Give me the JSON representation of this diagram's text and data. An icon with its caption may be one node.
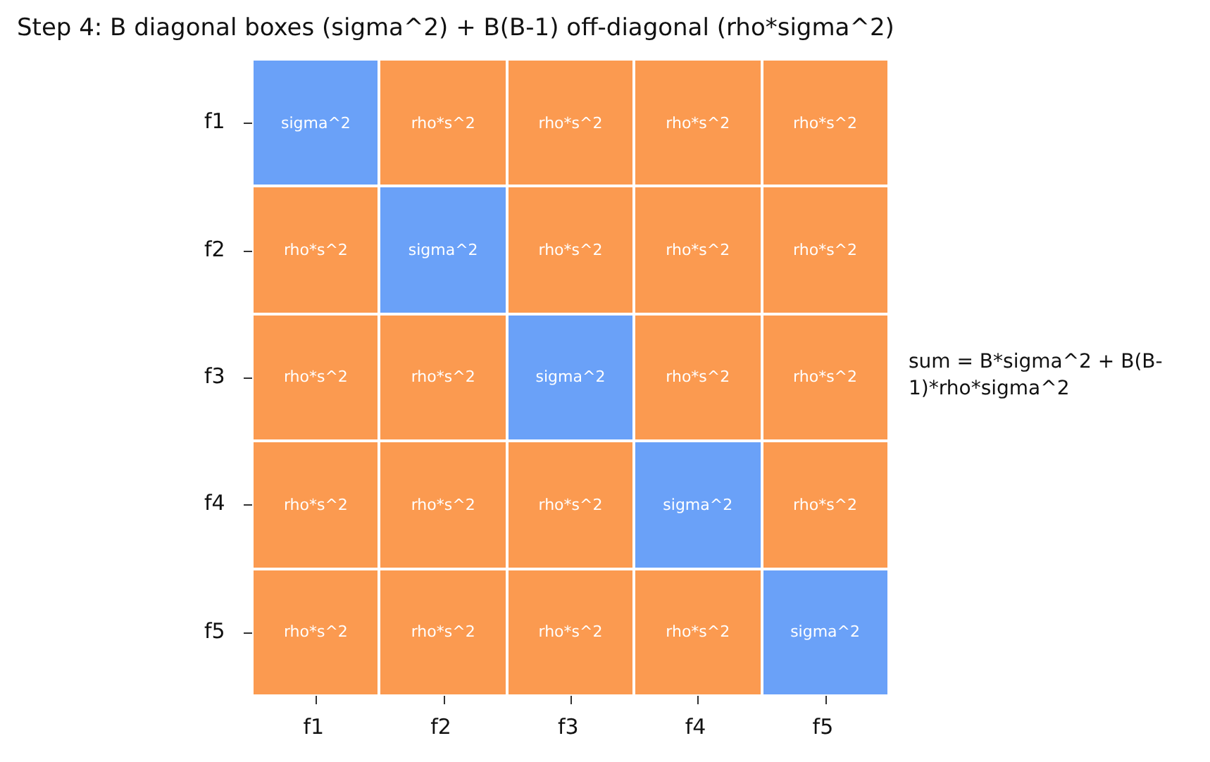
{
  "diagram": {
    "title": "Step 4: B diagonal boxes (sigma^2) + B(B-1) off-diagonal (rho*sigma^2)",
    "labels": [
      "f1",
      "sigma^2",
      "rho*s^2",
      "rho*s^2",
      "rho*s^2",
      "rho*s^2",
      "f2",
      "rho*s^2",
      "sigma^2",
      "rho*s^2",
      "rho*s^2",
      "rho*s^2",
      "f3",
      "rho*s^2",
      "rho*s^2",
      "sigma^2",
      "rho*s^2",
      "rho*s^2",
      "f4",
      "rho*s^2",
      "rho*s^2",
      "rho*s^2",
      "sigma^2",
      "rho*s^2",
      "f5",
      "rho*s^2",
      "rho*s^2",
      "rho*s^2",
      "rho*s^2",
      "sigma^2",
      "f1",
      "f2",
      "f3",
      "f4",
      "f5",
      "sum = B*sigma^2 + B(B-1)*rho*sigma^2"
    ]
  }
}
